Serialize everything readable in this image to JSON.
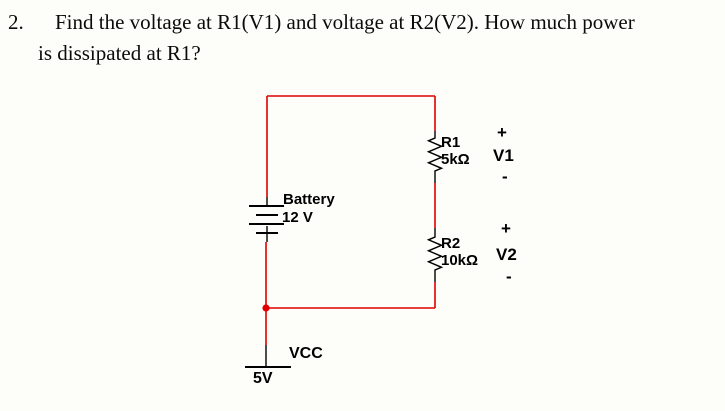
{
  "question": {
    "number": "2.",
    "text_line1": "Find the voltage at R1(V1) and voltage at R2(V2). How much power",
    "text_line2": "is dissipated at R1?"
  },
  "circuit": {
    "battery": {
      "label": "Battery",
      "value": "12 V"
    },
    "resistor_r1": {
      "label": "R1",
      "value": "5kΩ"
    },
    "resistor_r2": {
      "label": "R2",
      "value": "10kΩ"
    },
    "v1": {
      "plus": "+",
      "label": "V1",
      "minus": "-"
    },
    "v2": {
      "plus": "+",
      "label": "V2",
      "minus": "-"
    },
    "vcc": {
      "label": "VCC",
      "value": "5V"
    },
    "colors": {
      "wire_red": "#e00000",
      "component_black": "#000000"
    }
  }
}
